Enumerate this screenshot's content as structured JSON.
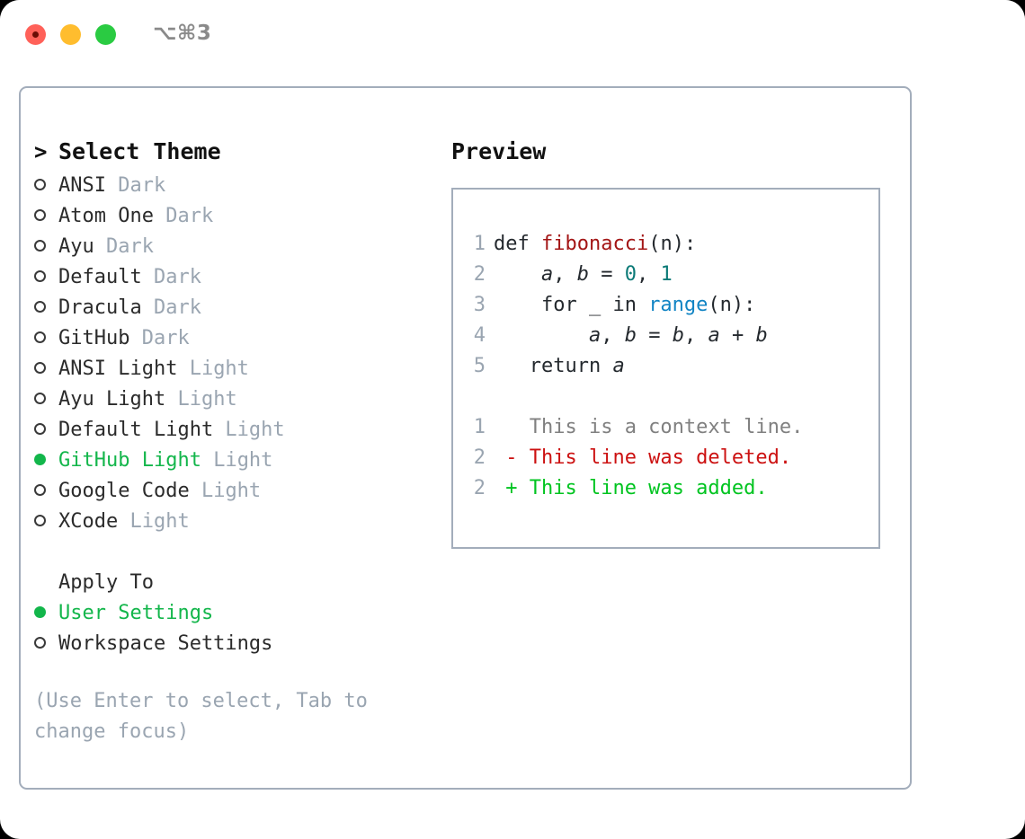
{
  "window": {
    "title": "⌥⌘3",
    "traffic_lights": [
      "close",
      "minimize",
      "maximize"
    ]
  },
  "colors": {
    "selection_green": "#13b64b",
    "diff_added": "#00c420",
    "diff_removed": "#cc1111",
    "muted_gray": "#9aa5b1",
    "border": "#a3adbb",
    "func_red": "#a31515",
    "builtin_blue": "#1184c4",
    "number_teal": "#0b7a77"
  },
  "left": {
    "header": {
      "marker": ">",
      "label": "Select Theme"
    },
    "themes": [
      {
        "marker": "○",
        "selected": false,
        "name": "ANSI",
        "tag": "Dark"
      },
      {
        "marker": "○",
        "selected": false,
        "name": "Atom One",
        "tag": "Dark"
      },
      {
        "marker": "○",
        "selected": false,
        "name": "Ayu",
        "tag": "Dark"
      },
      {
        "marker": "○",
        "selected": false,
        "name": "Default",
        "tag": "Dark"
      },
      {
        "marker": "○",
        "selected": false,
        "name": "Dracula",
        "tag": "Dark"
      },
      {
        "marker": "○",
        "selected": false,
        "name": "GitHub",
        "tag": "Dark"
      },
      {
        "marker": "○",
        "selected": false,
        "name": "ANSI Light",
        "tag": "Light"
      },
      {
        "marker": "○",
        "selected": false,
        "name": "Ayu Light",
        "tag": "Light"
      },
      {
        "marker": "○",
        "selected": false,
        "name": "Default Light",
        "tag": "Light"
      },
      {
        "marker": "●",
        "selected": true,
        "name": "GitHub Light",
        "tag": "Light"
      },
      {
        "marker": "○",
        "selected": false,
        "name": "Google Code",
        "tag": "Light"
      },
      {
        "marker": "○",
        "selected": false,
        "name": "XCode",
        "tag": "Light"
      }
    ],
    "apply_to": {
      "title": "Apply To",
      "options": [
        {
          "marker": "●",
          "selected": true,
          "name": "User Settings"
        },
        {
          "marker": "○",
          "selected": false,
          "name": "Workspace Settings"
        }
      ]
    },
    "hint": "(Use Enter to select, Tab to change focus)"
  },
  "right": {
    "title": "Preview",
    "code_lines": [
      {
        "lineno": "1",
        "tokens": [
          {
            "text": "def ",
            "kind": "kw"
          },
          {
            "text": "fibonacci",
            "kind": "func"
          },
          {
            "text": "(n):",
            "kind": "plain"
          }
        ]
      },
      {
        "lineno": "2",
        "tokens": [
          {
            "text": "    ",
            "kind": "plain"
          },
          {
            "text": "a",
            "kind": "var"
          },
          {
            "text": ", ",
            "kind": "plain"
          },
          {
            "text": "b",
            "kind": "var"
          },
          {
            "text": " = ",
            "kind": "plain"
          },
          {
            "text": "0",
            "kind": "num"
          },
          {
            "text": ", ",
            "kind": "plain"
          },
          {
            "text": "1",
            "kind": "num"
          }
        ]
      },
      {
        "lineno": "3",
        "tokens": [
          {
            "text": "    for _ in ",
            "kind": "plain"
          },
          {
            "text": "range",
            "kind": "builtin"
          },
          {
            "text": "(n):",
            "kind": "plain"
          }
        ]
      },
      {
        "lineno": "4",
        "tokens": [
          {
            "text": "        ",
            "kind": "plain"
          },
          {
            "text": "a",
            "kind": "var"
          },
          {
            "text": ", ",
            "kind": "plain"
          },
          {
            "text": "b",
            "kind": "var"
          },
          {
            "text": " = ",
            "kind": "plain"
          },
          {
            "text": "b",
            "kind": "var"
          },
          {
            "text": ", ",
            "kind": "plain"
          },
          {
            "text": "a",
            "kind": "var"
          },
          {
            "text": " + ",
            "kind": "plain"
          },
          {
            "text": "b",
            "kind": "var"
          }
        ]
      },
      {
        "lineno": "5",
        "tokens": [
          {
            "text": "   return ",
            "kind": "plain"
          },
          {
            "text": "a",
            "kind": "var"
          }
        ]
      }
    ],
    "diff_lines": [
      {
        "lineno": "1",
        "tokens": [
          {
            "text": "   This is a context line.",
            "kind": "ctx"
          }
        ]
      },
      {
        "lineno": "2",
        "tokens": [
          {
            "text": " - This line was deleted.",
            "kind": "del"
          }
        ]
      },
      {
        "lineno": "2",
        "tokens": [
          {
            "text": " + This line was added.",
            "kind": "add"
          }
        ]
      }
    ]
  }
}
